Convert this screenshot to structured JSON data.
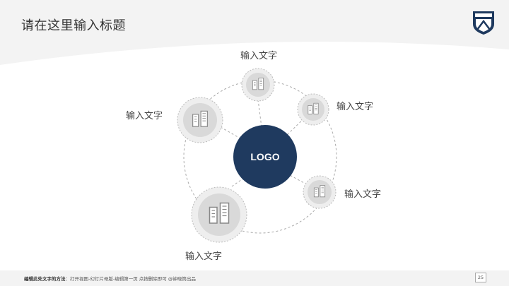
{
  "slide": {
    "title": "请在这里输入标题",
    "page_number": "25"
  },
  "diagram": {
    "center_label": "LOGO",
    "nodes": [
      {
        "label": "输入文字"
      },
      {
        "label": "输入文字"
      },
      {
        "label": "输入文字"
      },
      {
        "label": "输入文字"
      },
      {
        "label": "输入文字"
      }
    ]
  },
  "footer": {
    "method_label": "编辑此处文字的方法",
    "method_text": "：打开视图-幻灯片母版-编辑第一页 点按删除即可 @钟晓筒出品"
  },
  "colors": {
    "center_fill": "#1f3a5f",
    "node_fill": "#d9d9d9",
    "node_ring": "#eeeeee",
    "connector": "#aaaaaa"
  },
  "icons": {
    "node_icon": "building-icon",
    "badge": "school-crest-icon"
  }
}
